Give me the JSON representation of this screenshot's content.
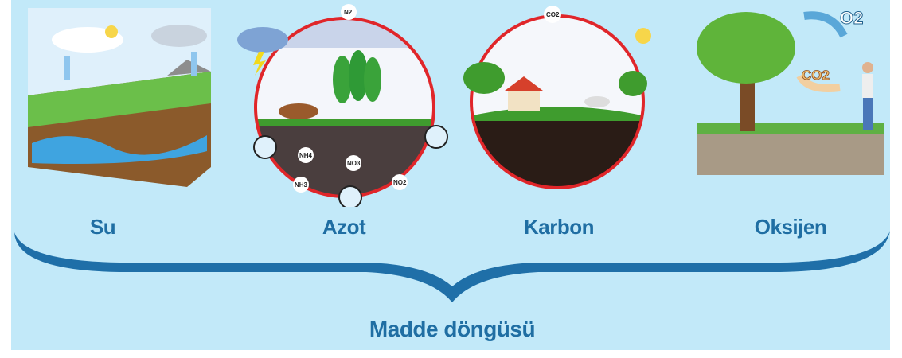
{
  "cycles": [
    {
      "label": "Su"
    },
    {
      "label": "Azot",
      "chem": [
        "N2",
        "NH4",
        "NO3",
        "NH3",
        "NO2"
      ]
    },
    {
      "label": "Karbon",
      "chem": [
        "CO2"
      ]
    },
    {
      "label": "Oksijen",
      "chem": [
        "O2",
        "CO2"
      ]
    }
  ],
  "title": "Madde döngüsü",
  "colors": {
    "background": "#c2e9f9",
    "text": "#1f6ea3",
    "brace": "#1f6fa8",
    "arrow": "#e0262a"
  }
}
